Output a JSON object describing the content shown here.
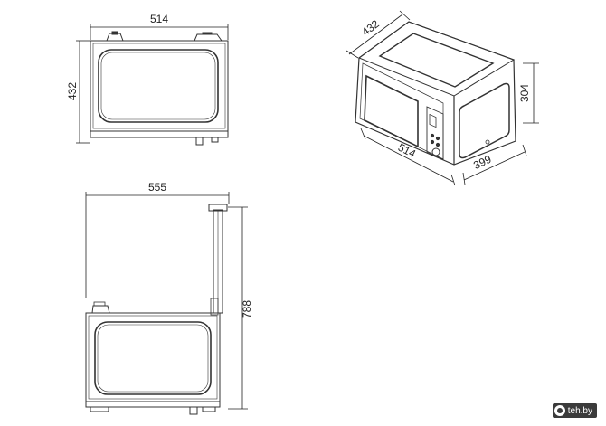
{
  "dimensions": {
    "front_width": "514",
    "front_height": "432",
    "iso_depth": "432",
    "iso_height": "304",
    "iso_width": "514",
    "iso_side": "399",
    "open_depth": "555",
    "open_height": "788"
  },
  "watermark": {
    "text": "teh.by"
  },
  "colors": {
    "line": "#333333",
    "dim": "#222222"
  }
}
